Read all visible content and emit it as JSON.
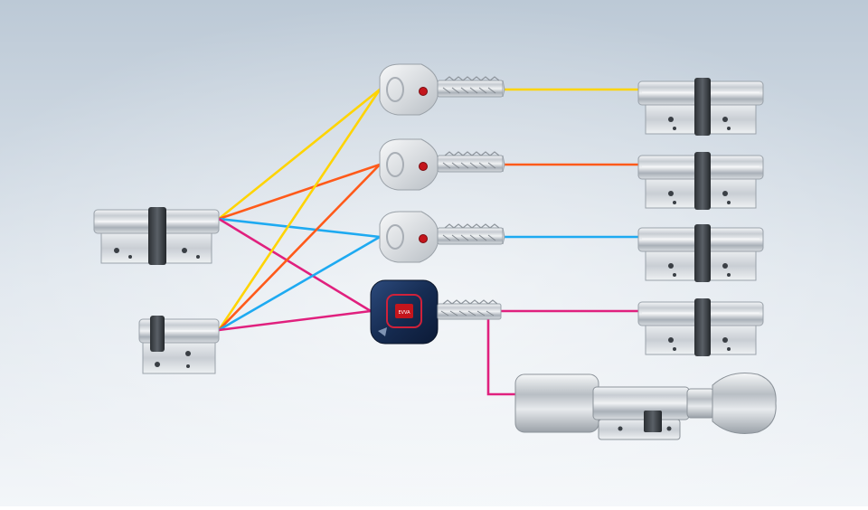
{
  "diagram": {
    "type": "master-key-system",
    "background": {
      "top": "#bcc9d6",
      "bottom": "#f3f6f9"
    },
    "connection_colors": {
      "yellow": "#ffd400",
      "orange": "#ff5a1a",
      "blue": "#1eaaf1",
      "magenta": "#e0207e"
    },
    "keys": [
      {
        "id": "key-yellow",
        "color": "yellow",
        "kind": "metal-key"
      },
      {
        "id": "key-orange",
        "color": "orange",
        "kind": "metal-key"
      },
      {
        "id": "key-blue",
        "color": "blue",
        "kind": "metal-key"
      },
      {
        "id": "key-magenta",
        "color": "magenta",
        "kind": "electronic-key",
        "badge_text": "EVVA"
      }
    ],
    "left_cylinders": [
      {
        "id": "master-cylinder-1",
        "kind": "double-cylinder",
        "opened_by": [
          "yellow",
          "orange",
          "blue",
          "magenta"
        ]
      },
      {
        "id": "master-cylinder-2",
        "kind": "half-cylinder",
        "opened_by": [
          "yellow",
          "orange",
          "blue",
          "magenta"
        ]
      }
    ],
    "right_cylinders": [
      {
        "id": "cylinder-1",
        "kind": "double-cylinder",
        "opened_by": "yellow"
      },
      {
        "id": "cylinder-2",
        "kind": "double-cylinder",
        "opened_by": "orange"
      },
      {
        "id": "cylinder-3",
        "kind": "double-cylinder",
        "opened_by": "blue"
      },
      {
        "id": "cylinder-4",
        "kind": "double-cylinder",
        "opened_by": "magenta"
      },
      {
        "id": "knob-cylinder",
        "kind": "electronic-knob-cylinder",
        "opened_by": "magenta"
      }
    ]
  }
}
